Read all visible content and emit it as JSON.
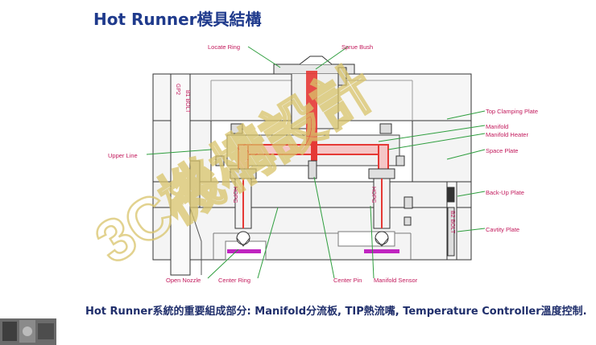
{
  "title": "Hot Runner模具結構",
  "caption": "Hot Runner系統的重要組成部分: Manifold分流板, TIP熱流嘴, Temperature Controller溫度控制.",
  "labels": {
    "locate_ring": "Locate Ring",
    "sprue_bush": "Sprue Bush",
    "top_clamping_plate": "Top Clamping Plate",
    "manifold": "Manifold",
    "manifold_heater": "Manifold Heater",
    "space_plate": "Space Plate",
    "upper_line": "Upper Line",
    "back_up_plate": "Back-Up Plate",
    "cavity_plate": "Cavtity Plate",
    "open_nozzle": "Open Nozzle",
    "center_ring": "Center Ring",
    "center_pin": "Center Pin",
    "manifold_sensor": "Manifold Sensor",
    "hopg_left": "HOPG",
    "hopg_right": "HOPG",
    "b1_bolt": "B1 BOLT",
    "gp2": "GP2",
    "b2_bolt": "B2 BOLT"
  },
  "watermark": "3C機構設計",
  "colors": {
    "title": "#1f3a8c",
    "leader": "#2e9e3e",
    "label": "#c2185b",
    "runner": "#e53935",
    "watermark": "#d9c46a",
    "gate": "#c025c0"
  }
}
